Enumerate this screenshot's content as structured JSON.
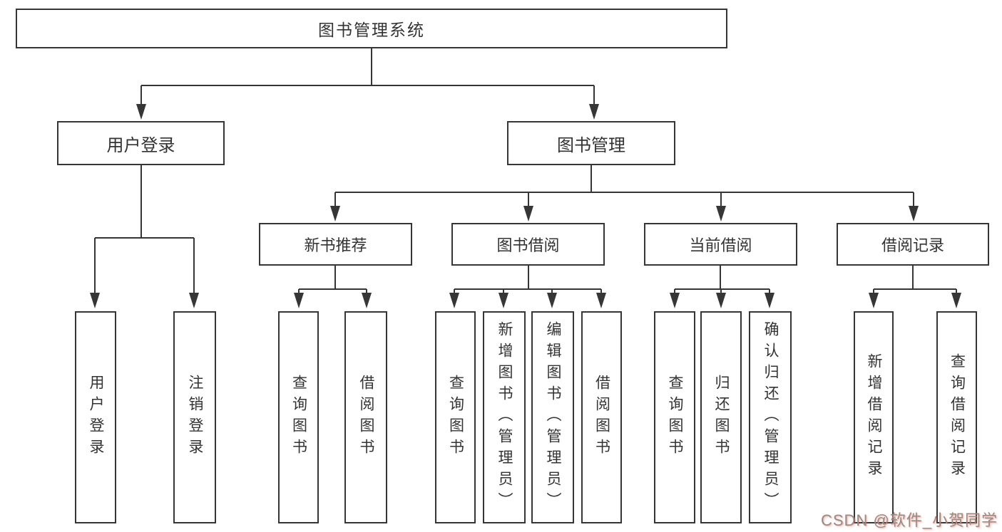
{
  "tree": {
    "root": {
      "label": "图书管理系统",
      "children": [
        {
          "label": "用户登录",
          "children": [
            {
              "label": "用户登录"
            },
            {
              "label": "注销登录"
            }
          ]
        },
        {
          "label": "图书管理",
          "children": [
            {
              "label": "新书推荐",
              "children": [
                {
                  "label": "查询图书"
                },
                {
                  "label": "借阅图书"
                }
              ]
            },
            {
              "label": "图书借阅",
              "children": [
                {
                  "label": "查询图书"
                },
                {
                  "label": "新增图书（管理员）"
                },
                {
                  "label": "编辑图书（管理员）"
                },
                {
                  "label": "借阅图书"
                }
              ]
            },
            {
              "label": "当前借阅",
              "children": [
                {
                  "label": "查询图书"
                },
                {
                  "label": "归还图书"
                },
                {
                  "label": "确认归还（管理员）"
                }
              ]
            },
            {
              "label": "借阅记录",
              "children": [
                {
                  "label": "新增借阅记录"
                },
                {
                  "label": "查询借阅记录"
                }
              ]
            }
          ]
        }
      ]
    }
  },
  "watermark": {
    "text": "CSDN @软件_小贺同学"
  },
  "colors": {
    "line": "#363636",
    "text": "#333333",
    "background": "#ffffff",
    "watermark_gray": "#8f8f8f",
    "watermark_accent": "#fc5531"
  }
}
